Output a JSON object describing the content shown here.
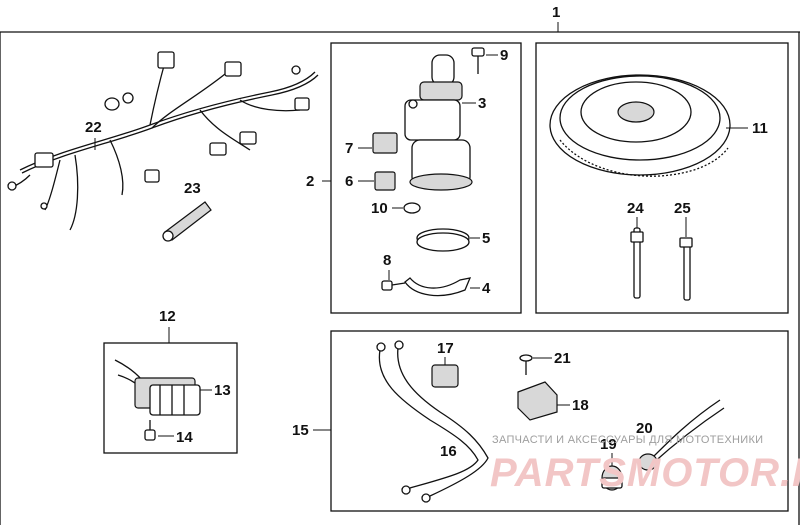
{
  "diagram": {
    "callouts": {
      "c1": "1",
      "c2": "2",
      "c3": "3",
      "c4": "4",
      "c5": "5",
      "c6": "6",
      "c7": "7",
      "c8": "8",
      "c9": "9",
      "c10": "10",
      "c11": "11",
      "c12": "12",
      "c13": "13",
      "c14": "14",
      "c15": "15",
      "c16": "16",
      "c17": "17",
      "c18": "18",
      "c19": "19",
      "c20": "20",
      "c21": "21",
      "c22": "22",
      "c23": "23",
      "c24": "24",
      "c25": "25"
    }
  },
  "watermark": {
    "line1": "ЗАПЧАСТИ И АКСЕССУАРЫ ДЛЯ МОТОТЕХНИКИ",
    "line2": "PARTSMOTOR.RU"
  }
}
